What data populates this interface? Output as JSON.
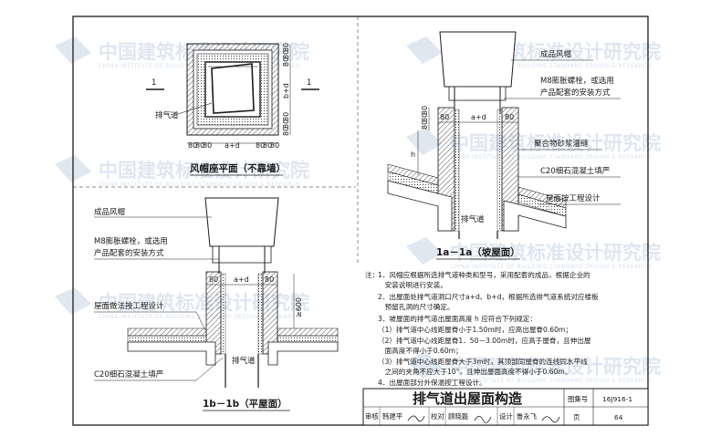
{
  "plan": {
    "title": "风帽座平面（不靠墙）",
    "section_mark": "1",
    "vent_label": "排气道",
    "dim_bottom": [
      "80",
      "80",
      "80",
      "a+d",
      "80",
      "80",
      "80"
    ],
    "dim_right": [
      "80",
      "80",
      "80",
      "b+d",
      "80",
      "80",
      "80"
    ]
  },
  "section_a": {
    "title": "1a－1a（坡屋面）",
    "labels": [
      "成品风帽",
      "M8膨胀螺栓，或选用",
      "产品配套的安装方式",
      "聚合物砂浆灌缝",
      "C20细石混凝土填严",
      "屋面按工程设计",
      "排气道"
    ],
    "dim_top": [
      "80",
      "a+d",
      "80"
    ],
    "dim_h": "h",
    "dim_left": [
      "80",
      "80",
      "80"
    ]
  },
  "section_b": {
    "title": "1b－1b（平屋面）",
    "labels": [
      "成品风帽",
      "M8膨胀螺栓，或选用",
      "产品配套的安装方式",
      "屋面做法按工程设计",
      "C20细石混凝土填严",
      "排气道"
    ],
    "dim_top": [
      "80",
      "a+d",
      "80"
    ],
    "dim_height": "≥600"
  },
  "notes": {
    "heading": "注：",
    "items": [
      "1．风帽应根据所选排气道种类和型号，采用配套的成品，根据企业的",
      "　安装说明进行安装。",
      "2．出屋面处排气道洞口尺寸a+d、b+d，根据所选排气道系统对应楼板",
      "　预留孔洞的尺寸确定。",
      "3．坡屋面的排气道出屋面高度 h 应符合下列规定：",
      "（1）排气道中心线距屋脊小于1.50m时，应高出屋脊0.60m；",
      "（2）排气道中心线距屋脊1．50－3.00m时，应高于屋脊，且伸出屋",
      "　面高度不得小于0.60m；",
      "（3）排气道中心线距屋脊大于3m时，其顶部同屋脊的连线同水平线",
      "　之间的夹角不应大于10°，且伸出屋面高度不得小于0.60m。",
      "4．出屋面部分外保温按工程设计。"
    ]
  },
  "title_block": {
    "title": "排气道出屋面构造",
    "atlas_label": "图集号",
    "atlas_no": "16J916-1",
    "page_label": "页",
    "page_no": "64",
    "review_label": "审核",
    "review_name": "韩建平",
    "check_label": "校对",
    "check_name": "顾晓磊",
    "design_label": "设计",
    "design_name": "鲁永飞"
  },
  "watermark": {
    "text": "中国建筑标准设计研究院",
    "subtext": "CHINA INSTITUTE OF BUILDING STANDARD DESIGN & RESEARCH"
  },
  "colors": {
    "line": "#1a1a1a",
    "watermark": "#c5d3e6",
    "hatch": "#555555"
  }
}
